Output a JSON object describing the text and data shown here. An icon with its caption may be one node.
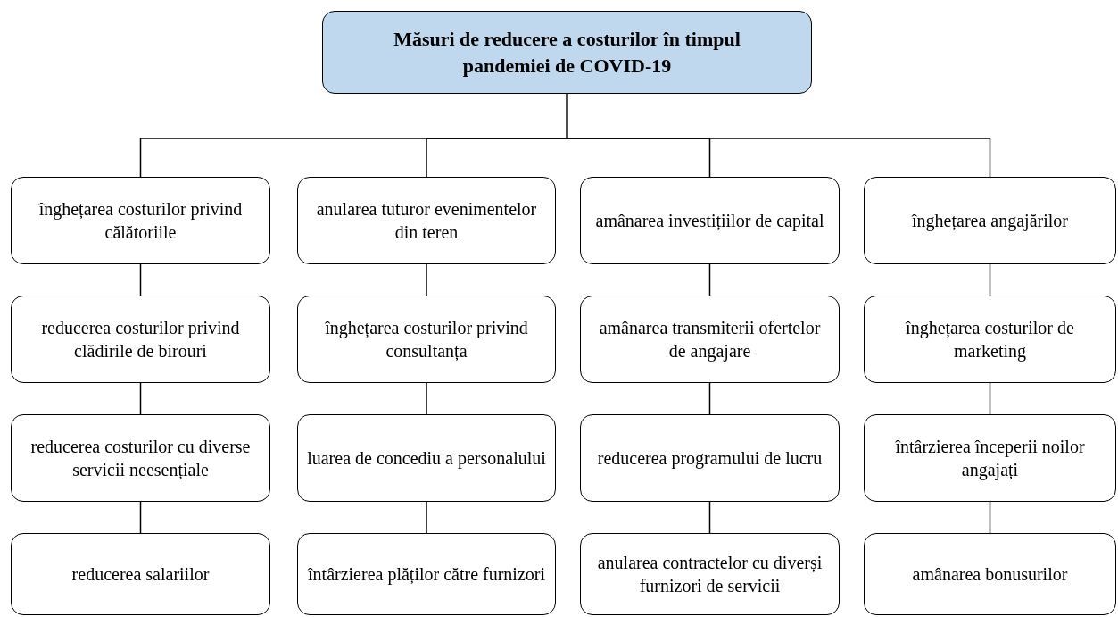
{
  "diagram": {
    "nodes": [
      {
        "text": [
          "Măsuri de reducere a costurilor în timpul pandemiei de COVID-19"
        ]
      },
      {
        "text": [
          "înghețarea costurilor privind călătoriile"
        ]
      },
      {
        "text": [
          "anularea tuturor evenimentelor din teren"
        ]
      },
      {
        "text": [
          "amânarea investițiilor de capital"
        ]
      },
      {
        "text": [
          "înghețarea angajărilor"
        ]
      },
      {
        "text": [
          "reducerea costurilor privind clădirile de birouri"
        ]
      },
      {
        "text": [
          "înghețarea costurilor privind consultanța"
        ]
      },
      {
        "text": [
          "amânarea transmiterii ofertelor de angajare"
        ]
      },
      {
        "text": [
          "înghețarea costurilor de marketing"
        ]
      },
      {
        "text": [
          "reducerea costurilor cu diverse servicii neesențiale"
        ]
      },
      {
        "text": [
          "luarea de concediu a personalului"
        ]
      },
      {
        "text": [
          "reducerea programului de lucru"
        ]
      },
      {
        "text": [
          "întârzierea începerii noilor angajați"
        ]
      },
      {
        "text": [
          "reducerea salariilor"
        ]
      },
      {
        "text": [
          "întârzierea plăților către furnizori"
        ]
      },
      {
        "text": [
          "anularea contractelor cu diverși furnizori de servicii"
        ]
      },
      {
        "text": [
          "amânarea bonusurilor"
        ]
      }
    ],
    "edges": [
      {
        "from": 0,
        "to": 1,
        "arrow": "none"
      },
      {
        "from": 0,
        "to": 2,
        "arrow": "none"
      },
      {
        "from": 0,
        "to": 3,
        "arrow": "none"
      },
      {
        "from": 0,
        "to": 4,
        "arrow": "none"
      },
      {
        "from": 1,
        "to": 5,
        "arrow": "none"
      },
      {
        "from": 5,
        "to": 9,
        "arrow": "none"
      },
      {
        "from": 9,
        "to": 13,
        "arrow": "none"
      },
      {
        "from": 2,
        "to": 6,
        "arrow": "none"
      },
      {
        "from": 6,
        "to": 10,
        "arrow": "none"
      },
      {
        "from": 10,
        "to": 14,
        "arrow": "none"
      },
      {
        "from": 3,
        "to": 7,
        "arrow": "none"
      },
      {
        "from": 7,
        "to": 11,
        "arrow": "none"
      },
      {
        "from": 11,
        "to": 15,
        "arrow": "none"
      },
      {
        "from": 4,
        "to": 8,
        "arrow": "none"
      },
      {
        "from": 8,
        "to": 12,
        "arrow": "none"
      },
      {
        "from": 12,
        "to": 16,
        "arrow": "none"
      }
    ]
  }
}
